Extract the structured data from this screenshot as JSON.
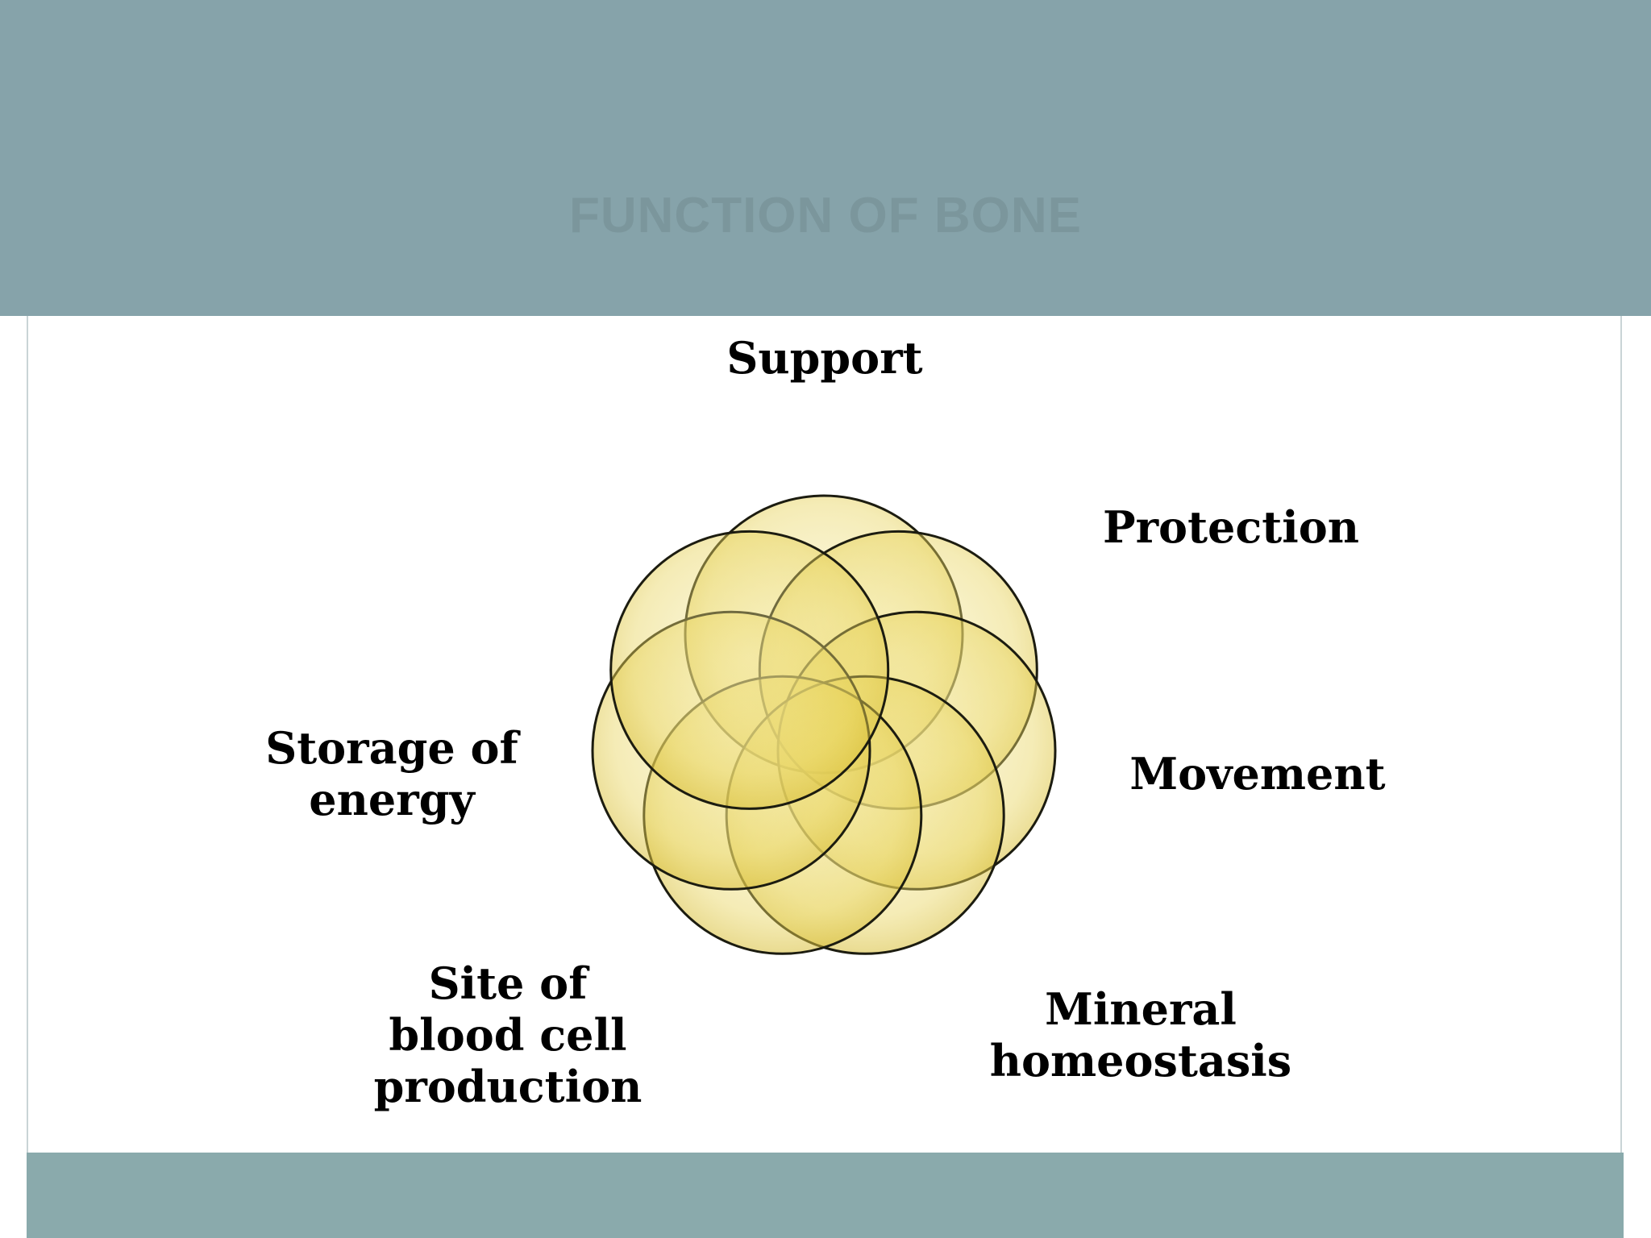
{
  "slide": {
    "title": "FUNCTION OF BONE"
  },
  "colors": {
    "header": "#86a3aa",
    "footer": "#8aaaac",
    "title": "#7b969c",
    "petal_fill": "#e6d35a",
    "petal_stroke": "#1c1c10"
  },
  "diagram": {
    "type": "overlapping-circles-flower",
    "petal_count": 7,
    "functions": [
      {
        "id": "support",
        "lines": [
          "Support"
        ]
      },
      {
        "id": "protection",
        "lines": [
          "Protection"
        ]
      },
      {
        "id": "movement",
        "lines": [
          "Movement"
        ]
      },
      {
        "id": "mineral-homeostasis",
        "lines": [
          "Mineral",
          "homeostasis"
        ]
      },
      {
        "id": "blood-cell-production",
        "lines": [
          "Site of",
          "blood cell",
          "production"
        ]
      },
      {
        "id": "storage-of-energy",
        "lines": [
          "Storage of",
          "energy"
        ]
      }
    ]
  }
}
